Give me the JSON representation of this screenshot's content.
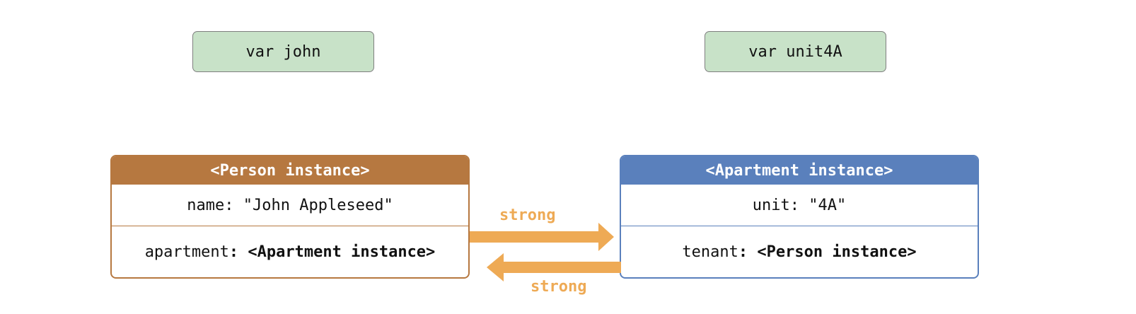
{
  "variables": {
    "john": "var john",
    "unit4A": "var unit4A"
  },
  "person": {
    "header": "<Person instance>",
    "name_row": "name: \"John Appleseed\"",
    "apartment_key": "apartment",
    "apartment_value": ": <Apartment instance>"
  },
  "apartment": {
    "header": "<Apartment instance>",
    "unit_row": "unit: \"4A\"",
    "tenant_key": "tenant",
    "tenant_value": ": <Person instance>"
  },
  "references": {
    "person_to_apartment": "strong",
    "apartment_to_person": "strong"
  },
  "colors": {
    "person": "#b67840",
    "apartment": "#5a80bc",
    "variable_fill": "#c8e2c8",
    "arrow": "#eeaa55"
  }
}
